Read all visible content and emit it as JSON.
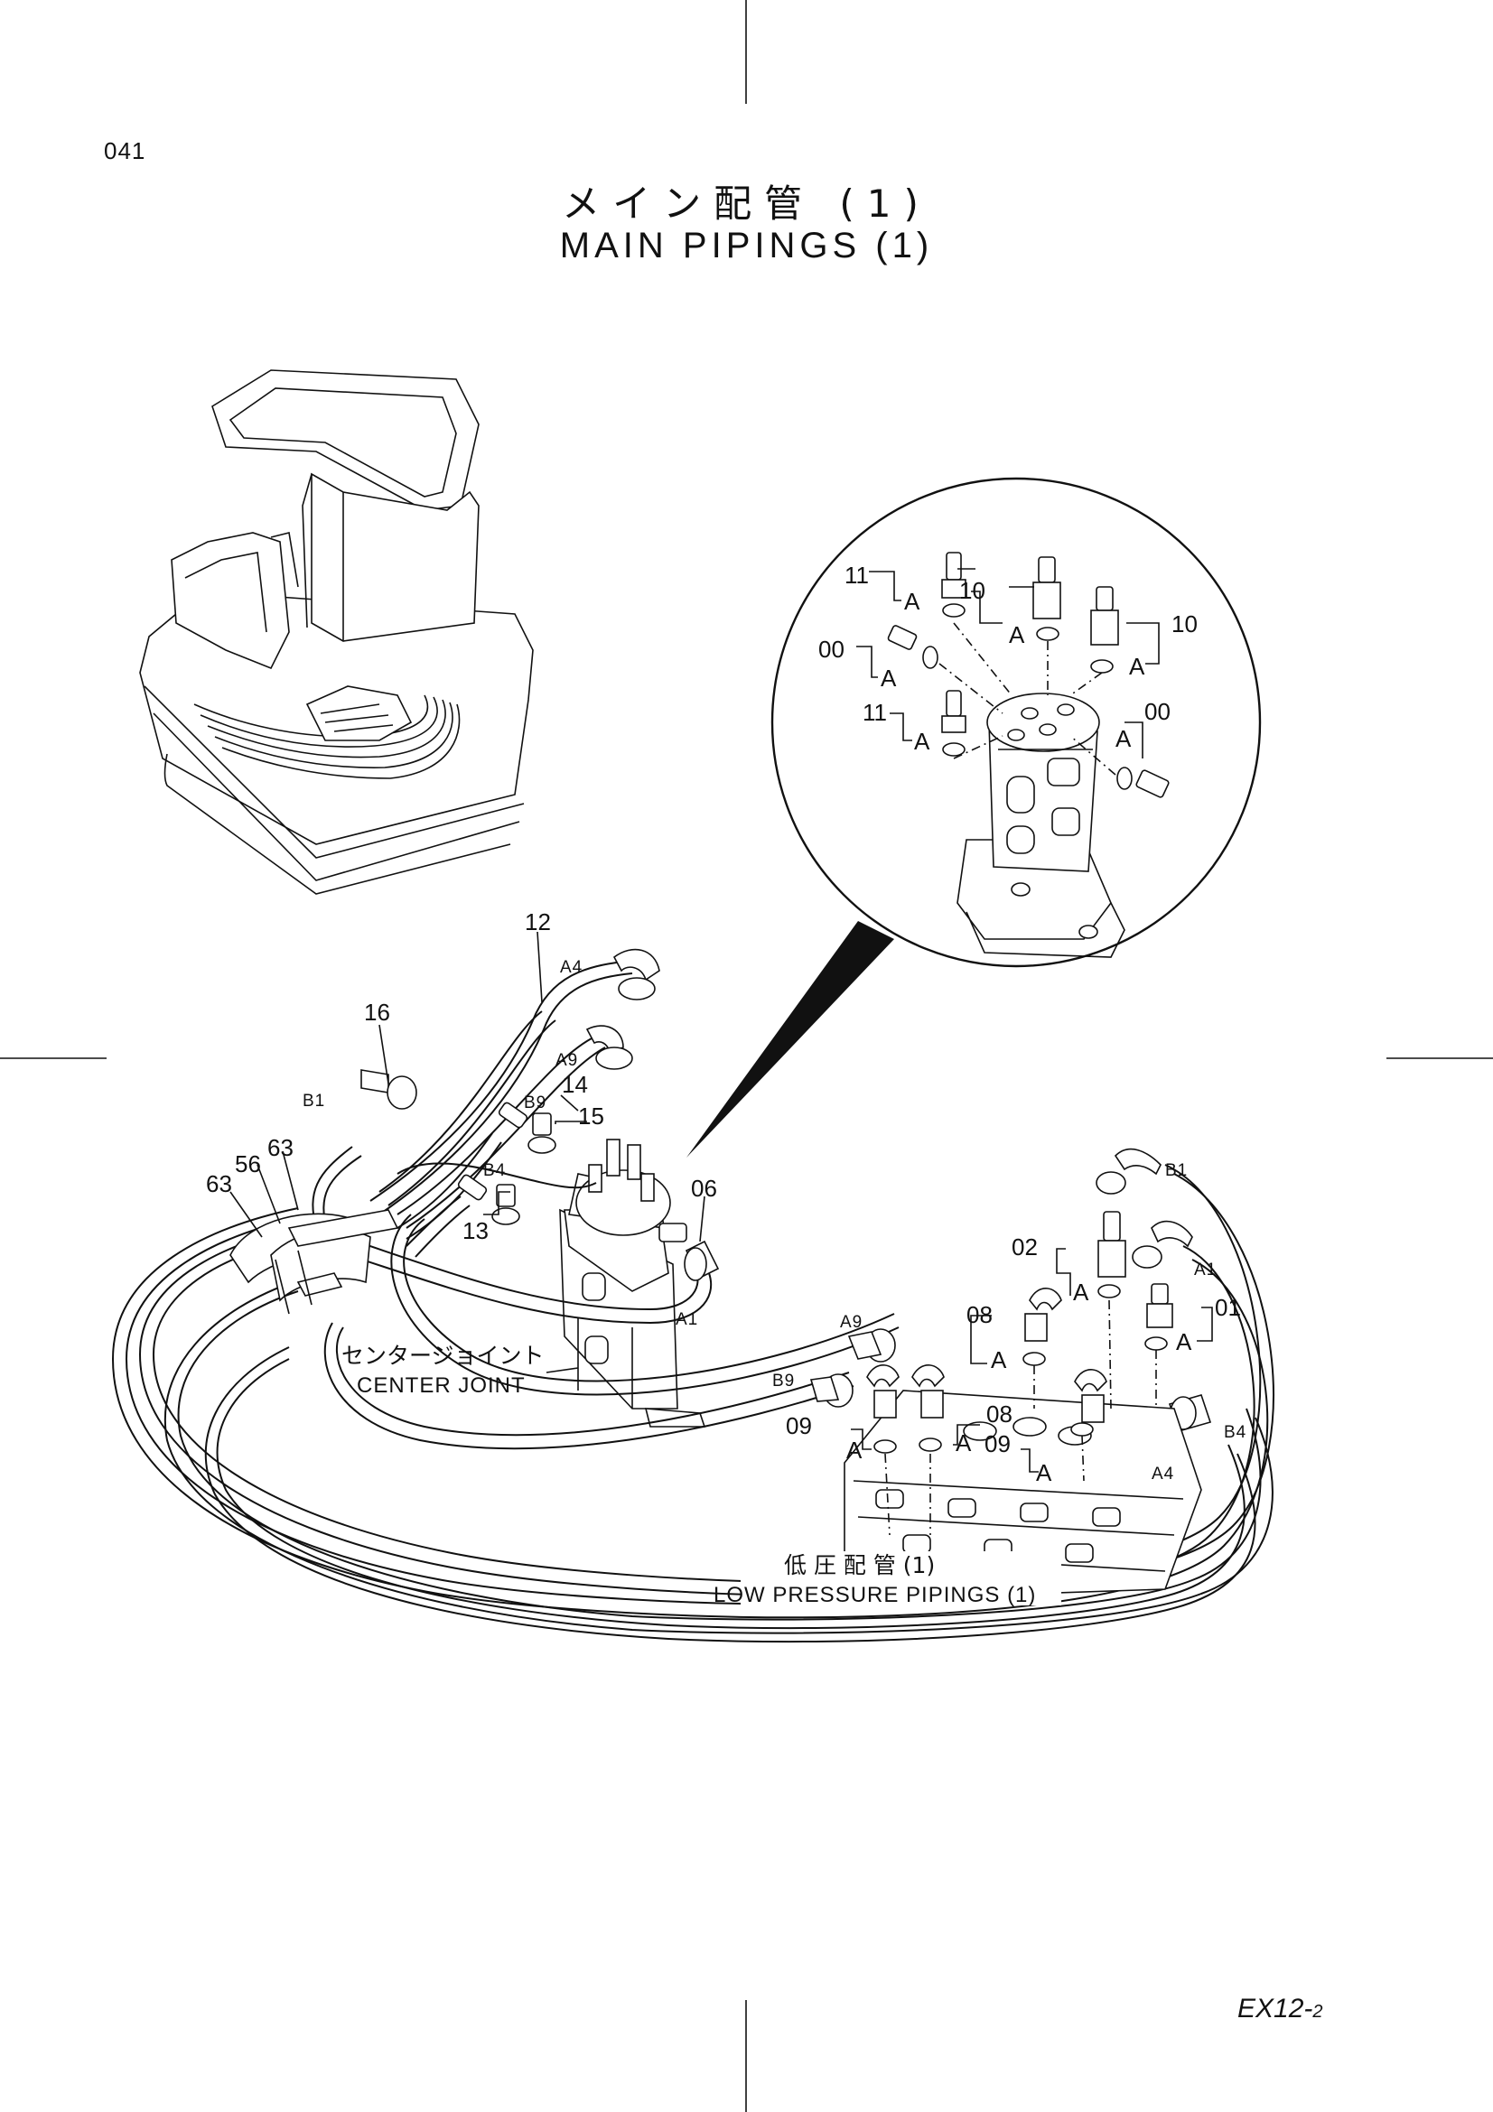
{
  "header": {
    "page_number": "041",
    "title_jp": "メイン配管 (1)",
    "title_en": "MAIN PIPINGS (1)"
  },
  "footer": {
    "code_main": "EX12-",
    "code_sub": "2"
  },
  "callouts": {
    "c12": "12",
    "c16": "16",
    "c14": "14",
    "c15": "15",
    "c13": "13",
    "c63a": "63",
    "c56": "56",
    "c63b": "63",
    "c06": "06",
    "c02": "02",
    "c08a": "08",
    "c01": "01",
    "c09a": "09",
    "c08b": "08",
    "c09b": "09",
    "d11a": "11",
    "d10a": "10",
    "d10b": "10",
    "d00a": "00",
    "d11b": "11",
    "d00b": "00"
  },
  "ports": {
    "p_a4_top": "A4",
    "p_a9_top": "A9",
    "p_b1_left": "B1",
    "p_b9_top": "B9",
    "p_b4_top": "B4",
    "p_a1_mid": "A1",
    "p_a9_mid": "A9",
    "p_b9_mid": "B9",
    "p_b1_right": "B1",
    "p_a1_right": "A1",
    "p_b4_right": "B4",
    "p_a4_right": "A4"
  },
  "seal_marks": {
    "a1": "A",
    "a2": "A",
    "a3": "A",
    "a4": "A",
    "a5": "A",
    "a6": "A",
    "a7": "A",
    "a8": "A",
    "a9": "A",
    "a10": "A",
    "a11": "A",
    "a12": "A"
  },
  "notes": {
    "center_joint_jp": "センタージョイント",
    "center_joint_en": "CENTER JOINT",
    "low_pressure_jp": "低 圧 配 管 (1)",
    "low_pressure_en": "LOW PRESSURE PIPINGS (1)"
  }
}
